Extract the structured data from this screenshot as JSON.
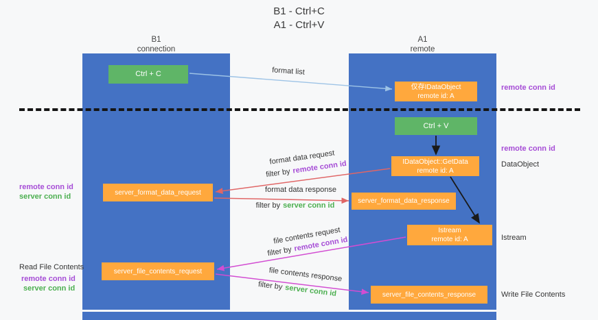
{
  "title": {
    "line1": "B1 - Ctrl+C",
    "line2": "A1 - Ctrl+V"
  },
  "lifelines": {
    "left": {
      "name": "B1",
      "role": "connection"
    },
    "right": {
      "name": "A1",
      "role": "remote"
    }
  },
  "boxes": {
    "ctrl_c": {
      "label": "Ctrl + C"
    },
    "ctrl_v": {
      "label": "Ctrl + V"
    },
    "idataobject_cache": {
      "line1": "仅存IDataObject",
      "line2": "remote id: A"
    },
    "getdata": {
      "line1": "IDataObject::GetData",
      "line2": "remote id: A"
    },
    "istream": {
      "line1": "Istream",
      "line2": "remote id: A"
    },
    "format_request": {
      "label": "server_format_data_request"
    },
    "format_response": {
      "label": "server_format_data_response"
    },
    "file_request": {
      "label": "server_file_contents_request"
    },
    "file_response": {
      "label": "server_file_contents_response"
    }
  },
  "arrow_labels": {
    "format_list": "format list",
    "format_data_request": "format data request",
    "format_data_response": "format data response",
    "file_contents_request": "file contents request",
    "file_contents_response": "file contents response",
    "filter_by": "filter by",
    "remote_conn_id": "remote conn id",
    "server_conn_id": "server conn id"
  },
  "side_labels": {
    "remote_conn_id": "remote conn id",
    "server_conn_id": "server conn id",
    "dataobject": "DataObject",
    "istream": "Istream",
    "read_file_contents": "Read File Contents",
    "write_file_contents": "Write File Contents"
  },
  "colors": {
    "lifeline_blue": "#4472c4",
    "box_green": "#5fb567",
    "box_orange": "#ffa83d",
    "text_purple": "#a64dd6",
    "text_green": "#4caf50",
    "arrow_red": "#e06666",
    "arrow_magenta": "#d24dd2",
    "arrow_lightblue": "#9dc3e6",
    "arrow_black": "#1a1a1a"
  }
}
